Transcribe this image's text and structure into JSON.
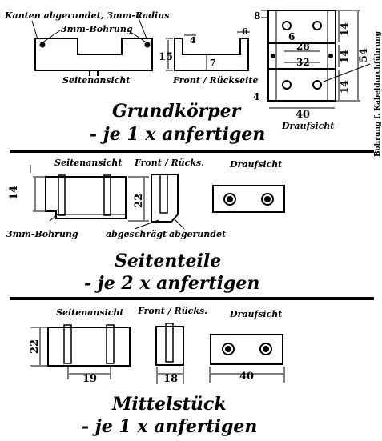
{
  "labels": {
    "kanten": "Kanten abgerundet, 3mm-Radius",
    "bohrung3mm_top": "3mm-Bohrung",
    "seitenansicht_top": "Seitenansicht",
    "front_rueckseite": "Front / Rückseite",
    "draufsicht_top": "Draufsicht",
    "bohrung_kabel": "Bohrung f. Kabeldurchführung",
    "seitenansicht_mid": "Seitenansicht",
    "front_rueck_mid": "Front / Rücks.",
    "draufsicht_mid": "Draufsicht",
    "bohrung3mm_mid": "3mm-Bohrung",
    "abgeschraegt": "abgeschrägt",
    "abgerundet": "abgerundet",
    "seitenansicht_bot": "Seitenansicht",
    "front_rueck_bot": "Front / Rücks.",
    "draufsicht_bot": "Draufsicht"
  },
  "titles": {
    "grund_1": "Grundkörper",
    "grund_2": "- je 1 x anfertigen",
    "seiten_1": "Seitenteile",
    "seiten_2": "- je 2 x anfertigen",
    "mittel_1": "Mittelstück",
    "mittel_2": "- je 1 x anfertigen"
  },
  "dims": {
    "d8": "8",
    "d6a": "6",
    "d6b": "6",
    "d14a": "14",
    "d28": "28",
    "d32": "32",
    "d14b": "14",
    "d14c": "14",
    "d54": "54",
    "d4a": "4",
    "d4b": "4",
    "d15": "15",
    "d7": "7",
    "d40": "40",
    "m14": "14",
    "m22": "22",
    "b22": "22",
    "b19": "19",
    "b18": "18",
    "b40": "40"
  }
}
